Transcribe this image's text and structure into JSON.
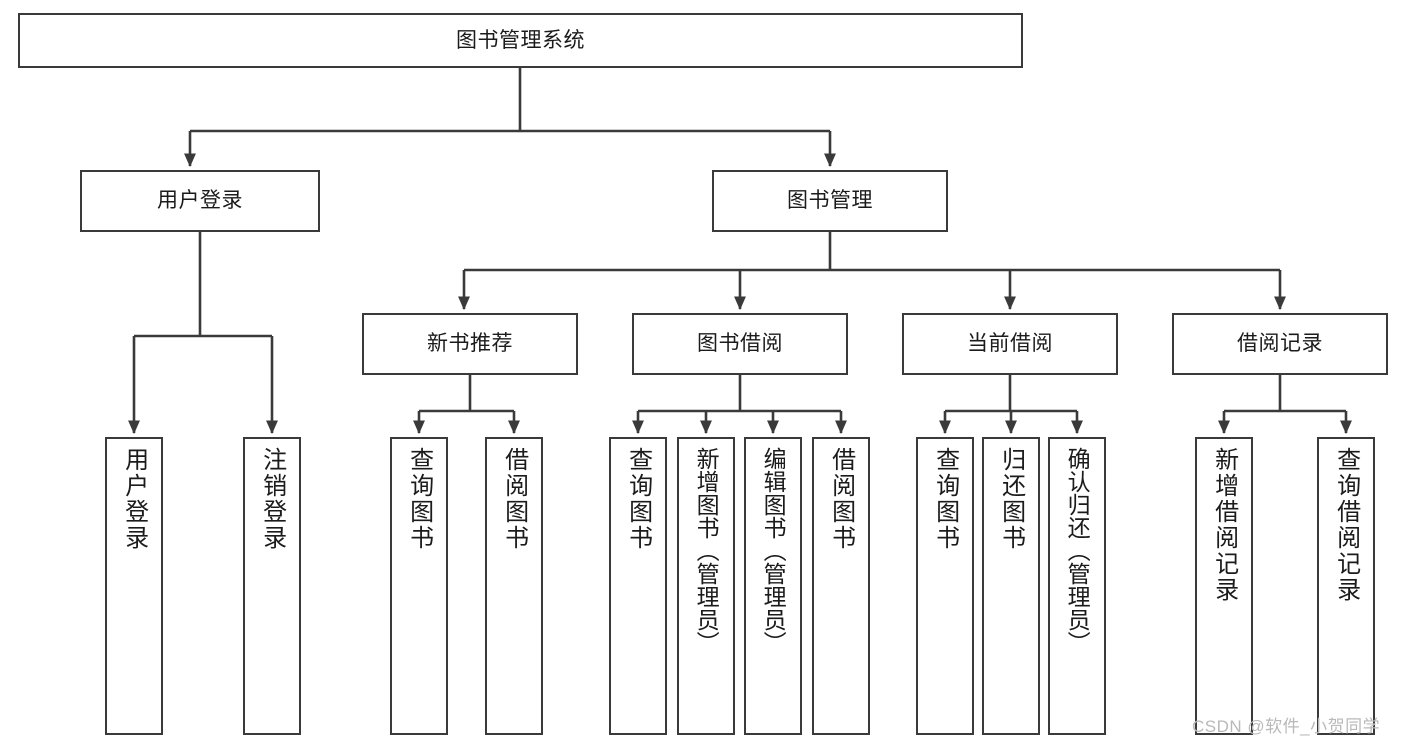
{
  "diagram": {
    "title": "图书管理系统",
    "type": "tree-hierarchy-chart",
    "orientation": "top-down",
    "watermark": "CSDN @软件_小贺同学",
    "colors": {
      "box_border": "#3a3a3a",
      "box_fill": "#ffffff",
      "edge": "#3a3a3a",
      "text": "#1b1b1b",
      "watermark": "#b9b9b9",
      "background": "#ffffff"
    },
    "levels": [
      {
        "level": 1,
        "nodes": [
          {
            "id": "root",
            "label": "图书管理系统",
            "text_direction": "horizontal"
          }
        ]
      },
      {
        "level": 2,
        "nodes": [
          {
            "id": "login",
            "label": "用户登录",
            "text_direction": "horizontal",
            "parent": "root"
          },
          {
            "id": "bookmgmt",
            "label": "图书管理",
            "text_direction": "horizontal",
            "parent": "root"
          }
        ]
      },
      {
        "level": 3,
        "nodes": [
          {
            "id": "newbook",
            "label": "新书推荐",
            "text_direction": "horizontal",
            "parent": "bookmgmt"
          },
          {
            "id": "borrow",
            "label": "图书借阅",
            "text_direction": "horizontal",
            "parent": "bookmgmt"
          },
          {
            "id": "current",
            "label": "当前借阅",
            "text_direction": "horizontal",
            "parent": "bookmgmt"
          },
          {
            "id": "records",
            "label": "借阅记录",
            "text_direction": "horizontal",
            "parent": "bookmgmt"
          }
        ]
      },
      {
        "level": 4,
        "nodes": [
          {
            "id": "leaf1",
            "label": "用户登录",
            "text_direction": "vertical",
            "parent": "login"
          },
          {
            "id": "leaf2",
            "label": "注销登录",
            "text_direction": "vertical",
            "parent": "login"
          },
          {
            "id": "leaf3",
            "label": "查询图书",
            "text_direction": "vertical",
            "parent": "newbook"
          },
          {
            "id": "leaf4",
            "label": "借阅图书",
            "text_direction": "vertical",
            "parent": "newbook"
          },
          {
            "id": "leaf5",
            "label": "查询图书",
            "text_direction": "vertical",
            "parent": "borrow"
          },
          {
            "id": "leaf6",
            "label": "新增图书（管理员）",
            "text_direction": "vertical",
            "parent": "borrow"
          },
          {
            "id": "leaf7",
            "label": "编辑图书（管理员）",
            "text_direction": "vertical",
            "parent": "borrow"
          },
          {
            "id": "leaf8",
            "label": "借阅图书",
            "text_direction": "vertical",
            "parent": "borrow"
          },
          {
            "id": "leaf9",
            "label": "查询图书",
            "text_direction": "vertical",
            "parent": "current"
          },
          {
            "id": "leaf10",
            "label": "归还图书",
            "text_direction": "vertical",
            "parent": "current"
          },
          {
            "id": "leaf11",
            "label": "确认归还（管理员）",
            "text_direction": "vertical",
            "parent": "current"
          },
          {
            "id": "leaf12",
            "label": "新增借阅记录",
            "text_direction": "vertical",
            "parent": "records"
          },
          {
            "id": "leaf13",
            "label": "查询借阅记录",
            "text_direction": "vertical",
            "parent": "records"
          }
        ]
      }
    ]
  }
}
